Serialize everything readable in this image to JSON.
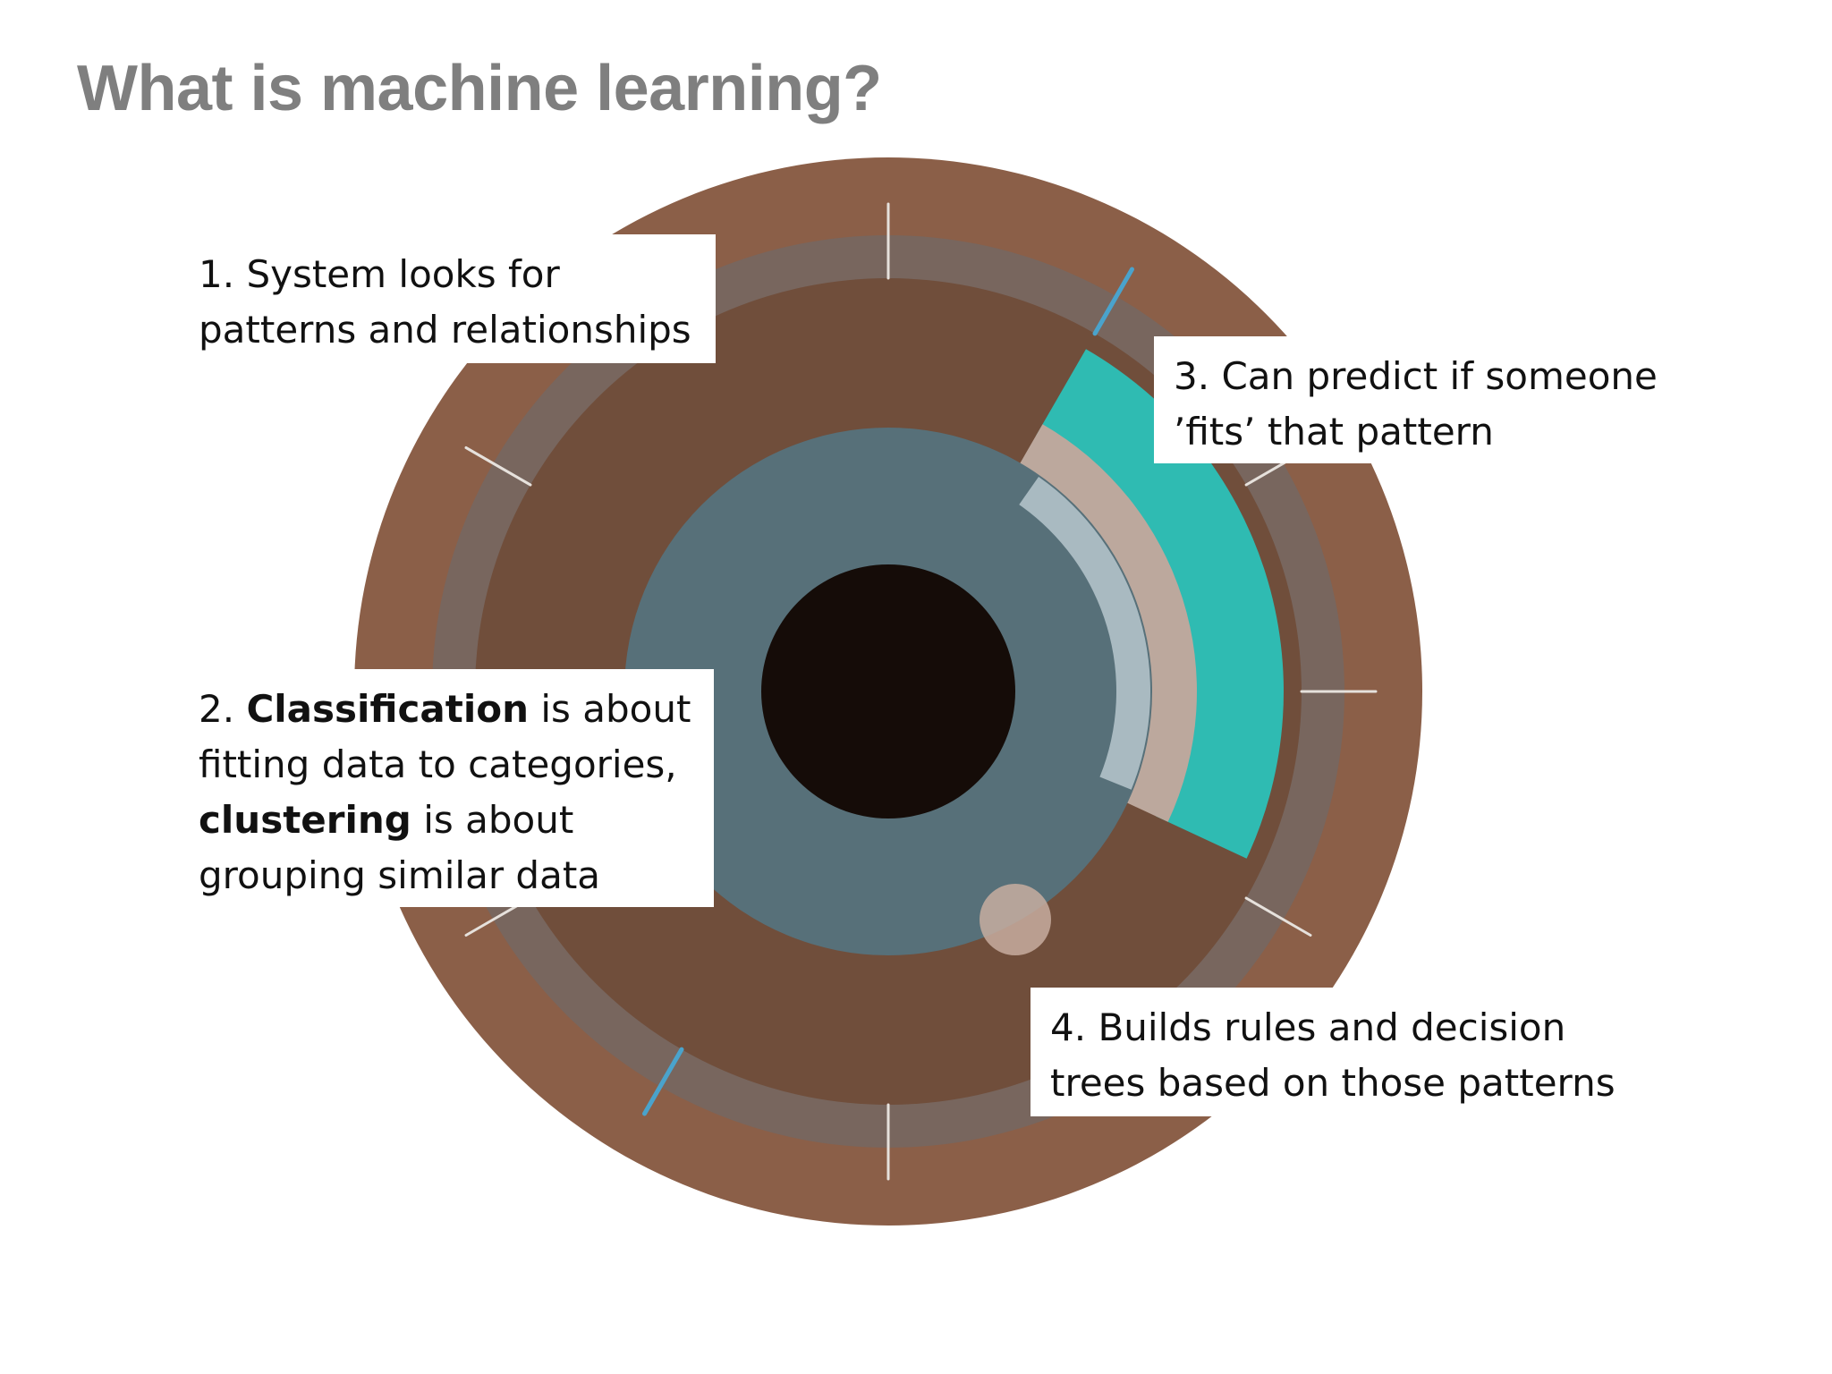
{
  "title": "What is machine learning?",
  "colors": {
    "outer_ring": "#8b5f48",
    "tick_band": "#78665e",
    "iris": "#704e3b",
    "inner_circle": "#577079",
    "pupil": "#150c08",
    "highlight_teal": "#2fbbb2",
    "highlight_beige": "#bca89d",
    "highlight_light": "#a9bac1",
    "tick_white": "#e6e1dc",
    "tick_blue": "#4aa3cc",
    "title_gray": "#7f7f7f"
  },
  "callouts": [
    {
      "number": "1.",
      "line1": "System looks for",
      "line2": "patterns and relationships"
    },
    {
      "number": "2.",
      "term1": "Classification",
      "text1": "is about",
      "line2": "fitting data to categories,",
      "term2": "clustering",
      "text3": "is about",
      "line4": "grouping similar data"
    },
    {
      "number": "3.",
      "line1": "Can predict if someone",
      "line2": "’fits’ that pattern"
    },
    {
      "number": "4.",
      "line1": "Builds rules and decision",
      "line2": "trees based on those patterns"
    }
  ]
}
